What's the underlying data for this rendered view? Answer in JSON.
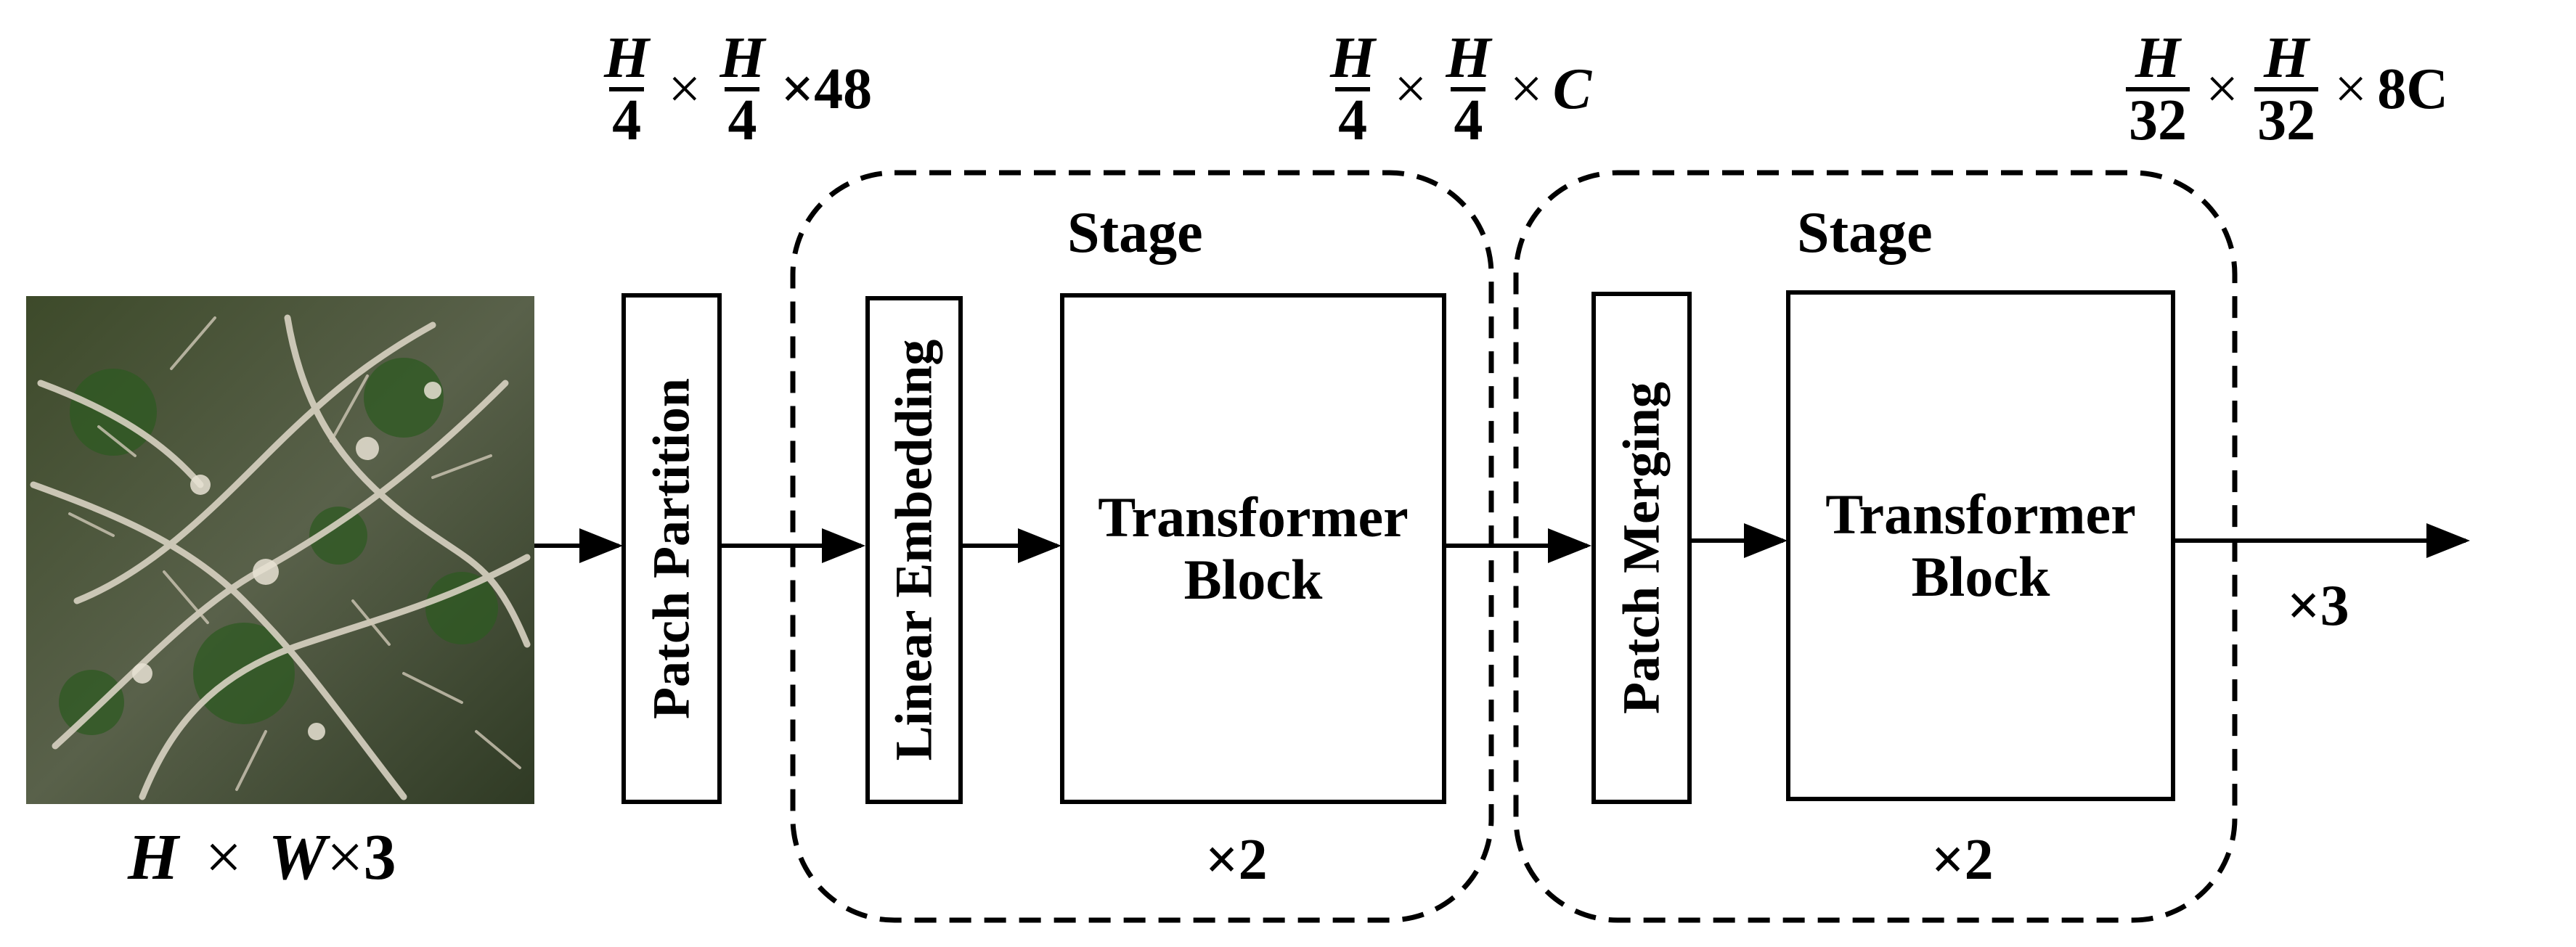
{
  "input_image": {
    "caption": {
      "H": "H",
      "times1": "×",
      "W": "W",
      "times2": "×",
      "three": "3"
    }
  },
  "blocks": {
    "patch_partition": "Patch Partition",
    "linear_embedding": "Linear Embedding",
    "transformer1": {
      "line1": "Transformer",
      "line2": "Block"
    },
    "patch_merging": "Patch Merging",
    "transformer2": {
      "line1": "Transformer",
      "line2": "Block"
    }
  },
  "stages": [
    {
      "title": "Stage",
      "repeat": "×2"
    },
    {
      "title": "Stage",
      "repeat": "×2"
    }
  ],
  "outer_repeat": "×3",
  "dims": {
    "d1": {
      "num1": "H",
      "den1": "4",
      "times1": "×",
      "num2": "H",
      "den2": "4",
      "tail": "×48"
    },
    "d2": {
      "num1": "H",
      "den1": "4",
      "times1": "×",
      "num2": "H",
      "den2": "4",
      "times2": "×",
      "C": "C"
    },
    "d3": {
      "num1": "H",
      "den1": "32",
      "times1": "×",
      "num2": "H",
      "den2": "32",
      "times2": "×",
      "tail": "8C"
    }
  },
  "colors": {
    "ink": "#000000",
    "background": "#ffffff",
    "photo_dark": "#2f3a24",
    "photo_light": "#d8d2c2"
  }
}
